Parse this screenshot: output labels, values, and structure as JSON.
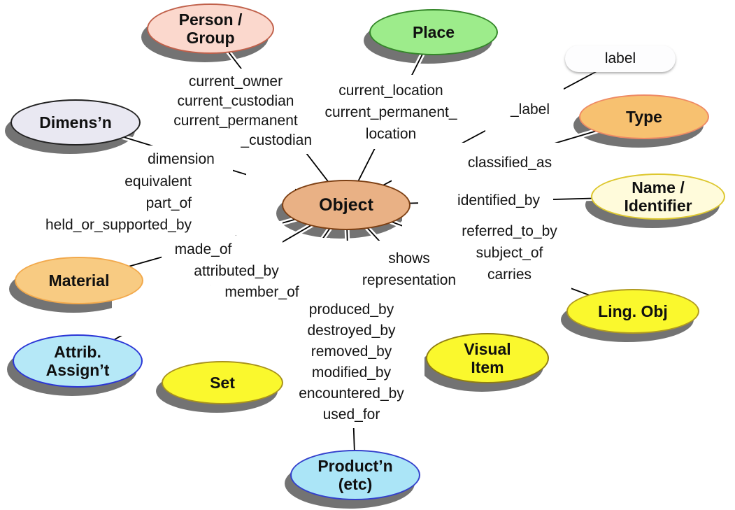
{
  "diagram": {
    "background_color": "#ffffff",
    "shadow_color": "#6b6b6b",
    "line_color": "#000000",
    "line_casing_color": "#ffffff",
    "center_node_id": "object",
    "nodes": [
      {
        "id": "person-group",
        "label_lines": [
          "Person /",
          "Group"
        ],
        "fill": "#fbd8cd",
        "stroke": "#c0604a"
      },
      {
        "id": "place",
        "label_lines": [
          "Place"
        ],
        "fill": "#9dec8b",
        "stroke": "#35872a"
      },
      {
        "id": "dimension-node",
        "label_lines": [
          "Dimens’n"
        ],
        "fill": "#e9e8f2",
        "stroke": "#222222"
      },
      {
        "id": "type",
        "label_lines": [
          "Type"
        ],
        "fill": "#f7c170",
        "stroke": "#ee8a64"
      },
      {
        "id": "name-identifier",
        "label_lines": [
          "Name /",
          "Identifier"
        ],
        "fill": "#fffbdb",
        "stroke": "#ddc72e"
      },
      {
        "id": "object",
        "label_lines": [
          "Object"
        ],
        "fill": "#e9b185",
        "stroke": "#7d4014"
      },
      {
        "id": "material",
        "label_lines": [
          "Material"
        ],
        "fill": "#f8cb82",
        "stroke": "#f2a94c"
      },
      {
        "id": "attribute-assignment",
        "label_lines": [
          "Attrib.",
          "Assign’t"
        ],
        "fill": "#b5e8f7",
        "stroke": "#2a35d6"
      },
      {
        "id": "set",
        "label_lines": [
          "Set"
        ],
        "fill": "#faf82d",
        "stroke": "#a8921d"
      },
      {
        "id": "visual-item",
        "label_lines": [
          "Visual",
          "Item"
        ],
        "fill": "#faf82d",
        "stroke": "#8f7d12"
      },
      {
        "id": "linguistic-object",
        "label_lines": [
          "Ling. Obj"
        ],
        "fill": "#faf82d",
        "stroke": "#b09a20"
      },
      {
        "id": "production",
        "label_lines": [
          "Product’n",
          "(etc)"
        ],
        "fill": "#abe5f7",
        "stroke": "#3340cc"
      }
    ],
    "literal": {
      "id": "label-pill",
      "label": "label"
    },
    "property_boxes": [
      {
        "id": "current-owner",
        "lines": [
          "current_owner",
          "current_custodian",
          "current_permanent",
          "_custodian"
        ],
        "align": "center",
        "line_aligns": [
          "center",
          "center",
          "center",
          "right"
        ]
      },
      {
        "id": "current-location",
        "lines": [
          "current_location",
          "current_permanent_",
          "location"
        ],
        "align": "center"
      },
      {
        "id": "label-property",
        "lines": [
          "_label"
        ],
        "align": "center"
      },
      {
        "id": "classified-as",
        "lines": [
          "classified_as"
        ],
        "align": "center"
      },
      {
        "id": "identified-by",
        "lines": [
          "identified_by"
        ],
        "align": "center"
      },
      {
        "id": "referred-to-by",
        "lines": [
          "referred_to_by",
          "subject_of",
          "carries"
        ],
        "align": "center"
      },
      {
        "id": "dimension-property",
        "lines": [
          "dimension"
        ],
        "align": "center"
      },
      {
        "id": "equivalent",
        "lines": [
          "equivalent",
          "part_of",
          "held_or_supported_by"
        ],
        "align": "right"
      },
      {
        "id": "made-of",
        "lines": [
          "made_of"
        ],
        "align": "center"
      },
      {
        "id": "attributed-by",
        "lines": [
          "attributed_by"
        ],
        "align": "center"
      },
      {
        "id": "member-of",
        "lines": [
          "member_of"
        ],
        "align": "center"
      },
      {
        "id": "shows",
        "lines": [
          "shows",
          "representation"
        ],
        "align": "center"
      },
      {
        "id": "produced-by",
        "lines": [
          "produced_by",
          "destroyed_by",
          "removed_by",
          "modified_by",
          "encountered_by",
          "used_for"
        ],
        "align": "center"
      }
    ]
  }
}
